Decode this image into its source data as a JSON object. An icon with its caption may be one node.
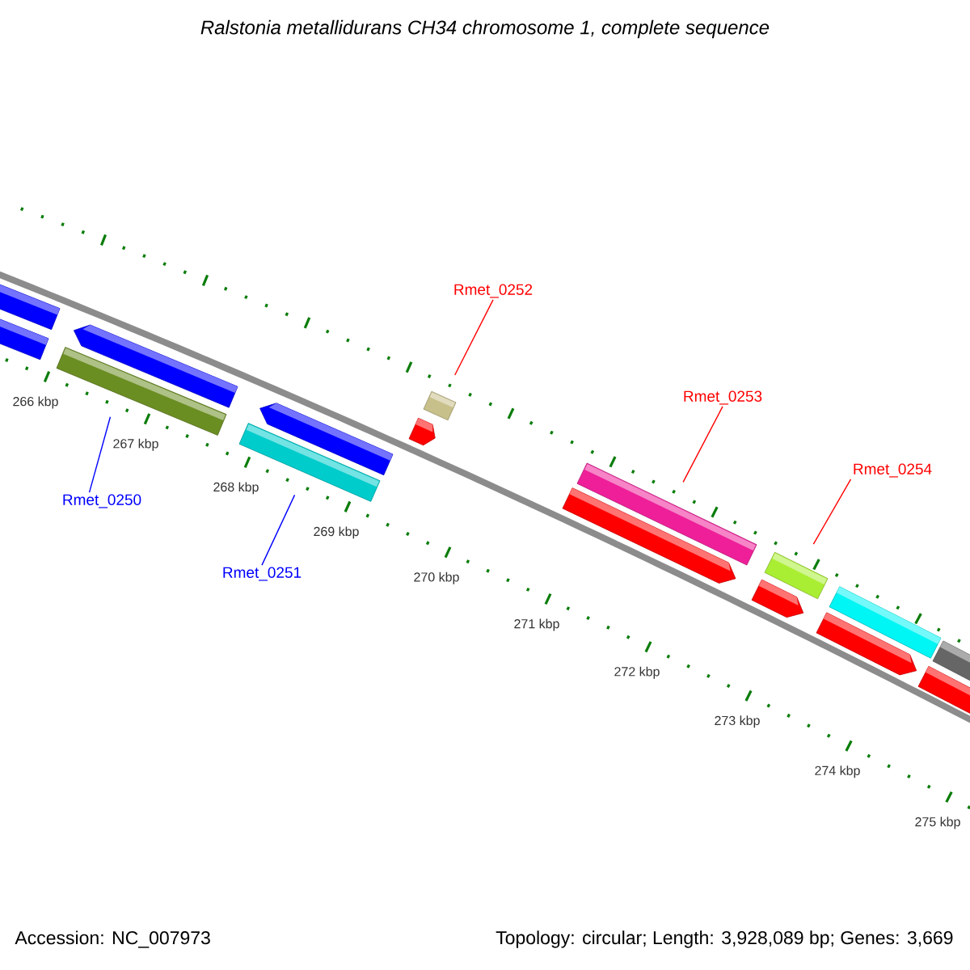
{
  "diagram": {
    "title": "Ralstonia metallidurans CH34 chromosome 1, complete sequence",
    "nodes": [
      {
        "text": [
          "Rmet_0250"
        ]
      },
      {
        "text": [
          "Rmet_0251"
        ]
      },
      {
        "text": [
          "Rmet_0252"
        ]
      },
      {
        "text": [
          "Rmet_0253"
        ]
      },
      {
        "text": [
          "Rmet_0254"
        ]
      },
      {
        "text": [],
        "shape": "bar"
      },
      {
        "text": [],
        "shape": "bar"
      },
      {
        "text": [],
        "shape": "bar"
      },
      {
        "text": [],
        "shape": "bar"
      },
      {
        "text": [],
        "shape": "bar"
      }
    ],
    "edges": [
      {
        "from": 0,
        "to": 5,
        "arrow": "none",
        "color": "#0000ff"
      },
      {
        "from": 1,
        "to": 6,
        "arrow": "none",
        "color": "#0000ff"
      },
      {
        "from": 2,
        "to": 7,
        "arrow": "none"
      },
      {
        "from": 3,
        "to": 8,
        "arrow": "none"
      },
      {
        "from": 4,
        "to": 9,
        "arrow": "none"
      }
    ],
    "labels": [
      "266 kbp",
      "267 kbp",
      "268 kbp",
      "269 kbp",
      "270 kbp",
      "271 kbp",
      "272 kbp",
      "273 kbp",
      "274 kbp",
      "275 kbp",
      "Accession: NC_007973",
      "Topology: circular; Length: 3,928,089 bp; Genes: 3,669"
    ]
  }
}
